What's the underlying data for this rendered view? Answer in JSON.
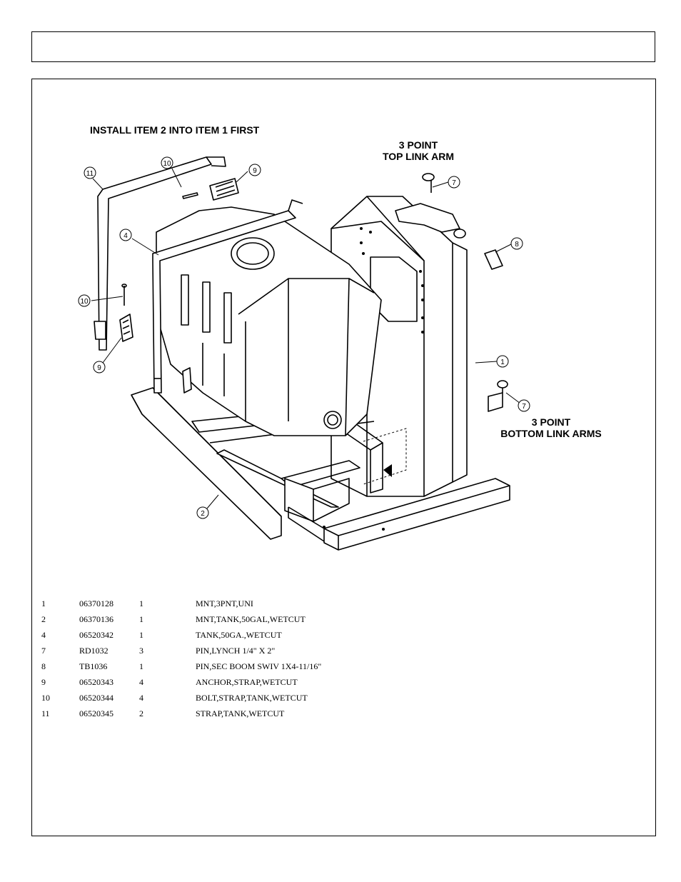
{
  "diagram": {
    "instruction": "INSTALL ITEM 2 INTO ITEM 1 FIRST",
    "top_link_label": [
      "3 POINT",
      "TOP LINK ARM"
    ],
    "bottom_link_label": [
      "3 POINT",
      "BOTTOM LINK ARMS"
    ],
    "callouts": {
      "c11": "11",
      "c10a": "10",
      "c9a": "9",
      "c4": "4",
      "c7a": "7",
      "c8": "8",
      "c10b": "10",
      "c9b": "9",
      "c1": "1",
      "c7b": "7",
      "c2": "2"
    }
  },
  "parts": [
    {
      "item": "1",
      "part": "06370128",
      "qty": "1",
      "desc": "MNT,3PNT,UNI"
    },
    {
      "item": "2",
      "part": "06370136",
      "qty": "1",
      "desc": "MNT,TANK,50GAL,WETCUT"
    },
    {
      "item": "4",
      "part": "06520342",
      "qty": "1",
      "desc": "TANK,50GA.,WETCUT"
    },
    {
      "item": "7",
      "part": "RD1032",
      "qty": "3",
      "desc": "PIN,LYNCH 1/4\" X 2\""
    },
    {
      "item": "8",
      "part": "TB1036",
      "qty": "1",
      "desc": "PIN,SEC BOOM SWIV 1X4-11/16\""
    },
    {
      "item": "9",
      "part": "06520343",
      "qty": "4",
      "desc": "ANCHOR,STRAP,WETCUT"
    },
    {
      "item": "10",
      "part": "06520344",
      "qty": "4",
      "desc": "BOLT,STRAP,TANK,WETCUT"
    },
    {
      "item": "11",
      "part": "06520345",
      "qty": "2",
      "desc": "STRAP,TANK,WETCUT"
    }
  ]
}
